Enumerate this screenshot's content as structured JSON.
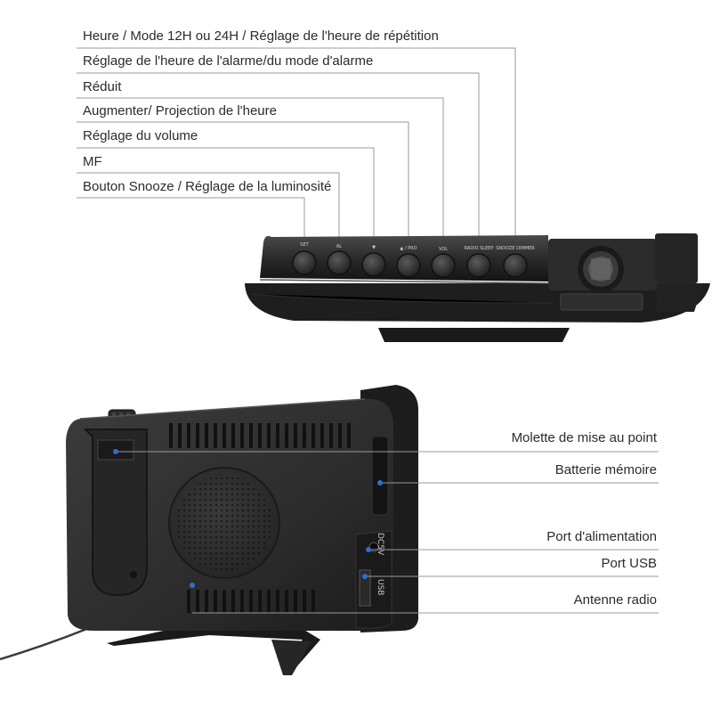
{
  "top_labels": [
    "Heure / Mode 12H ou 24H / Réglage de l'heure de répétition",
    "Réglage de l'heure de l'alarme/du mode d'alarme",
    "Réduit",
    "Augmenter/ Projection de l'heure",
    "Réglage du volume",
    "MF",
    "Bouton Snooze / Réglage de la luminosité"
  ],
  "button_labels": [
    "SET",
    "AL",
    "▼",
    "▲ / PRO",
    "VOL",
    "RADIO SLEEP",
    "SNOOZE DIMMER"
  ],
  "bottom_labels": [
    "Molette de mise au point",
    "Batterie mémoire",
    "Port d'alimentation",
    "Port USB",
    "Antenne radio"
  ],
  "port_text": {
    "dc": "DC5V",
    "usb": "USB"
  },
  "colors": {
    "callout": "#2f6fcf",
    "line": "#9a9a9a",
    "device": "#2a2a2a"
  }
}
